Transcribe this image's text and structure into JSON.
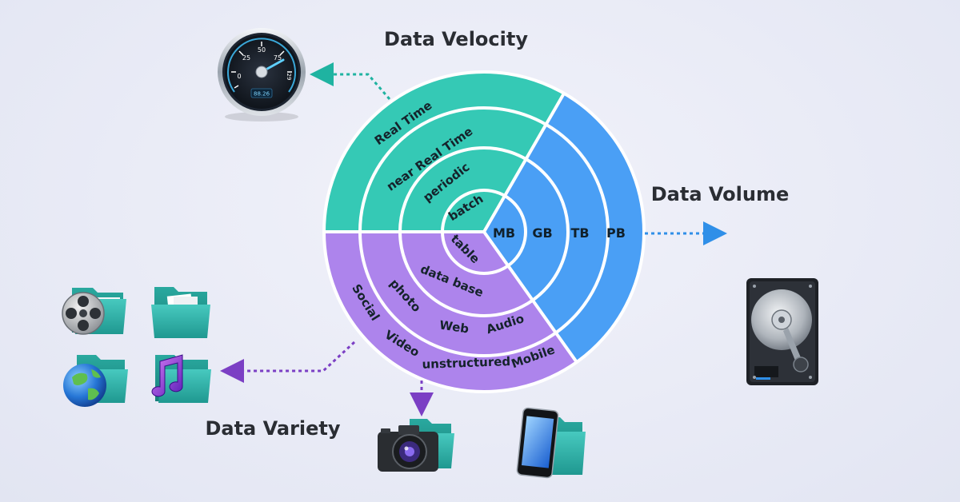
{
  "headings": {
    "velocity": "Data Velocity",
    "volume": "Data Volume",
    "variety": "Data Variety"
  },
  "velocity_rings": [
    "batch",
    "periodic",
    "near Real Time",
    "Real Time"
  ],
  "volume_rings": [
    "MB",
    "GB",
    "TB",
    "PB"
  ],
  "variety_rings": {
    "ring1": [
      "table"
    ],
    "ring2": [
      "data base"
    ],
    "ring3": [
      "photo",
      "Web",
      "Audio"
    ],
    "ring4": [
      "Social",
      "Video",
      "unstructured",
      "Mobile"
    ]
  },
  "speedometer": {
    "ticks": [
      "0",
      "25",
      "50",
      "75",
      "29"
    ],
    "readout": "88.26"
  },
  "colors": {
    "velocity": "#35c9b5",
    "volume": "#4a9ff5",
    "variety": "#ad84ec",
    "velocity_arrow": "#1fb3a1",
    "volume_arrow": "#2f8fe8",
    "variety_arrow": "#7b3fc4"
  },
  "icons": [
    "speedometer-icon",
    "hard-drive-icon",
    "film-reel-folder-icon",
    "documents-folder-icon",
    "globe-folder-icon",
    "music-folder-icon",
    "camera-folder-icon",
    "smartphone-folder-icon"
  ]
}
